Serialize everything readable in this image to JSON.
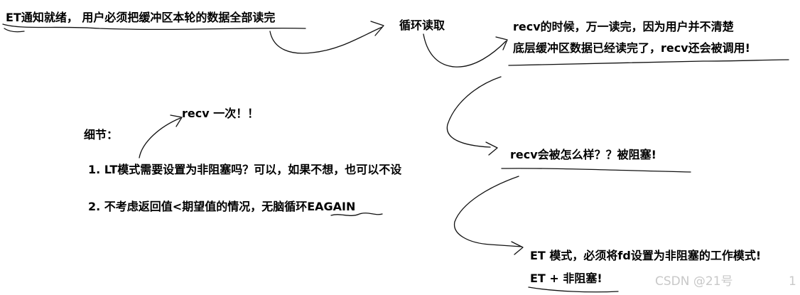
{
  "notes": {
    "et_ready": "ET通知就绪， 用户必须把缓冲区本轮的数据全部读完",
    "loop_read": "循环读取",
    "recv_line1": "recv的时候，万一读完，因为用户并不清楚",
    "recv_line2": "底层缓冲区数据已经读完了，recv还会被调用!",
    "recv_once": "recv 一次！！",
    "details_title": "细节：",
    "detail_1": "1. LT模式需要设置为非阻塞吗？可以，如果不想，也可以不设",
    "detail_2": "2. 不考虑返回值<期望值的情况，无脑循环EAGAIN",
    "recv_what": "recv会被怎么样？？被阻塞!",
    "et_mode_line1": "ET 模式，必须将fd设置为非阻塞的工作模式!",
    "et_mode_line2": "ET + 非阻塞!"
  },
  "watermark": {
    "text": "CSDN @21号",
    "page_mark": "1"
  },
  "ink_color": "#111111"
}
